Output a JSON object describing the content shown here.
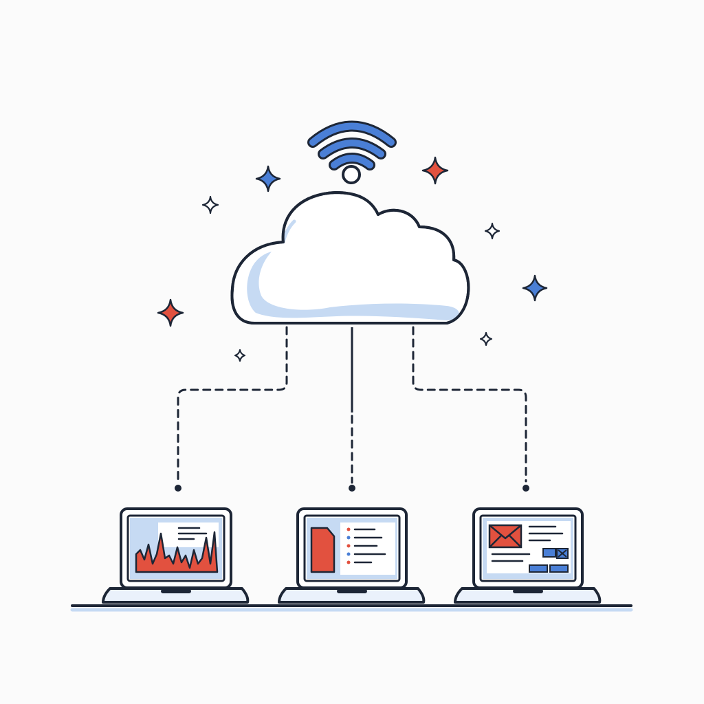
{
  "illustration": {
    "subject": "cloud-network",
    "colors": {
      "outline": "#1d2636",
      "blue": "#4a7fd6",
      "light_blue": "#b9d1f0",
      "pale_blue": "#dde9f8",
      "red": "#e2513f",
      "background": "#fbfbfb"
    },
    "cloud": {
      "icon": "cloud-icon",
      "connectivity_icon": "wifi-icon"
    },
    "connections": [
      {
        "target": "laptop-left",
        "style": "dashed"
      },
      {
        "target": "laptop-center",
        "style": "solid-then-dashed"
      },
      {
        "target": "laptop-right",
        "style": "dashed"
      }
    ],
    "laptops": [
      {
        "id": "laptop-left",
        "screen": "bar-chart"
      },
      {
        "id": "laptop-center",
        "screen": "document-list"
      },
      {
        "id": "laptop-right",
        "screen": "email"
      }
    ],
    "sparkles": [
      {
        "color": "blue"
      },
      {
        "color": "red"
      },
      {
        "color": "blue"
      },
      {
        "color": "red"
      },
      {
        "color": "outline"
      },
      {
        "color": "outline"
      },
      {
        "color": "outline"
      },
      {
        "color": "outline"
      }
    ]
  }
}
